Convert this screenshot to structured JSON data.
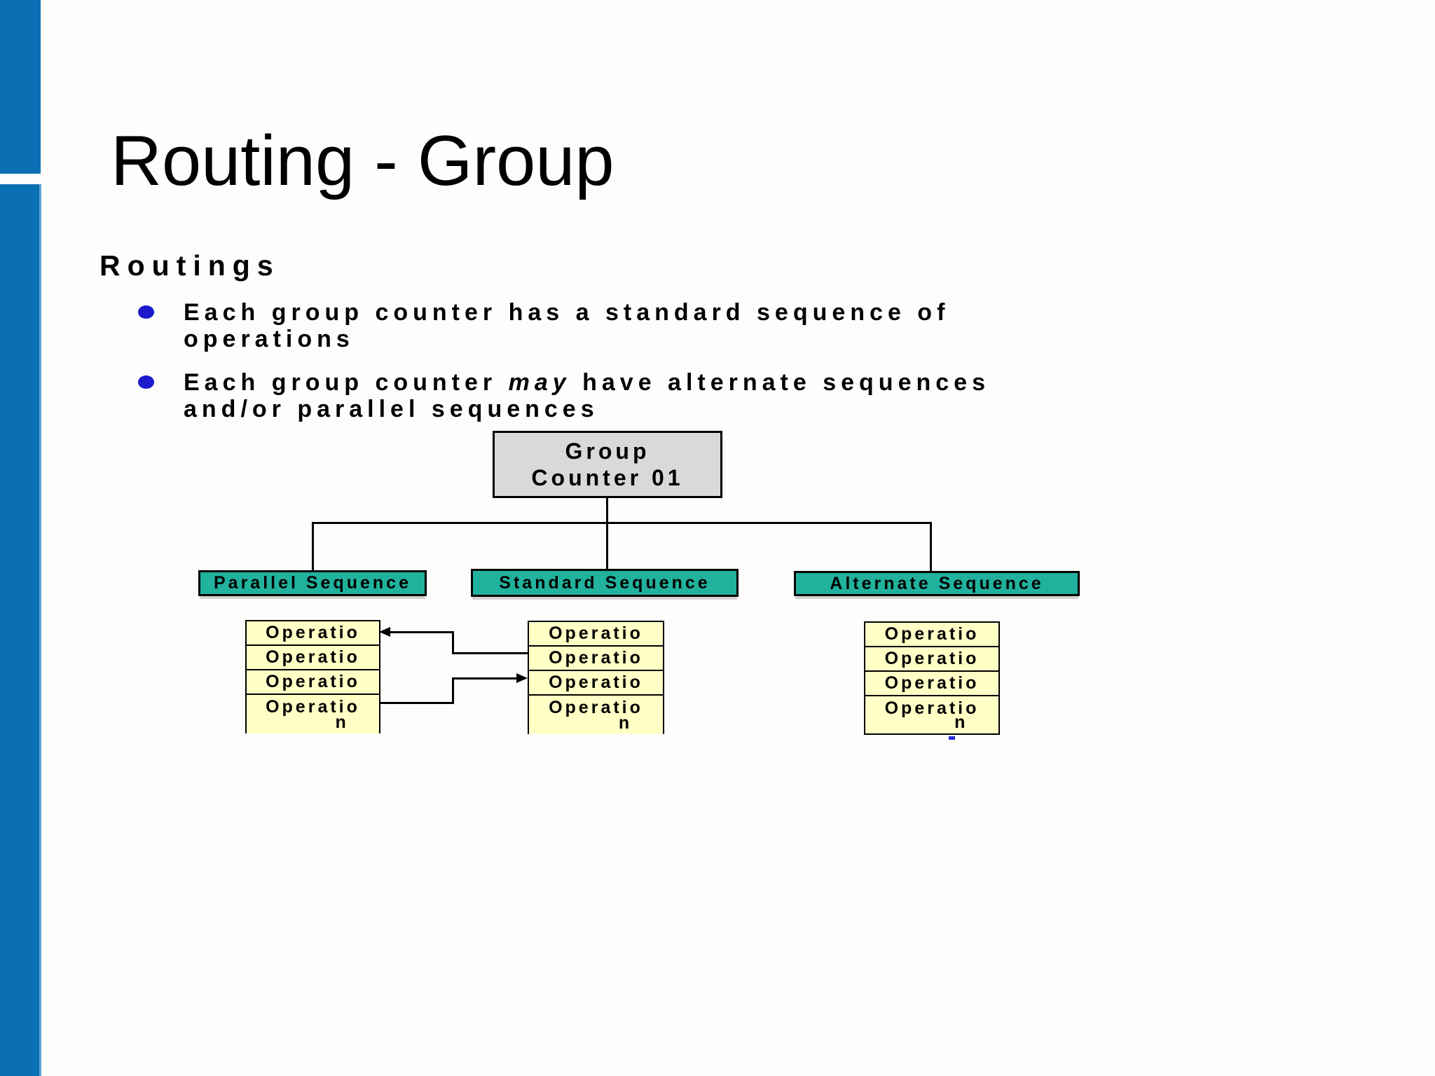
{
  "slide": {
    "title": "Routing - Group",
    "heading": "Routings",
    "bullets": [
      {
        "line1": "Each group counter has a standard sequence of",
        "line2": "operations"
      },
      {
        "line1_pre": "Each group counter ",
        "line1_italic": "may",
        "line1_post": " have alternate sequences",
        "line2": "and/or parallel sequences"
      }
    ]
  },
  "diagram": {
    "root": {
      "line1": "Group",
      "line2": "Counter 01"
    },
    "branches": [
      {
        "label": "Parallel Sequence"
      },
      {
        "label": "Standard Sequence"
      },
      {
        "label": "Alternate Sequence"
      }
    ],
    "operation_label": "Operatio",
    "operation_wrap": "n",
    "operations_per_branch": 4
  },
  "icons": {
    "bullet": "filled-blue-ellipse",
    "arrow_left": "solid-left-arrowhead",
    "arrow_right": "solid-right-arrowhead"
  },
  "colors": {
    "accent_bar_blue": "#0b6fb4",
    "bullet_blue": "#1a1acc",
    "sequence_teal": "#21b29e",
    "operation_yellow": "#ffffc6",
    "root_gray": "#d9d9d9",
    "line_black": "#000000",
    "background": "#fdfdfc"
  }
}
